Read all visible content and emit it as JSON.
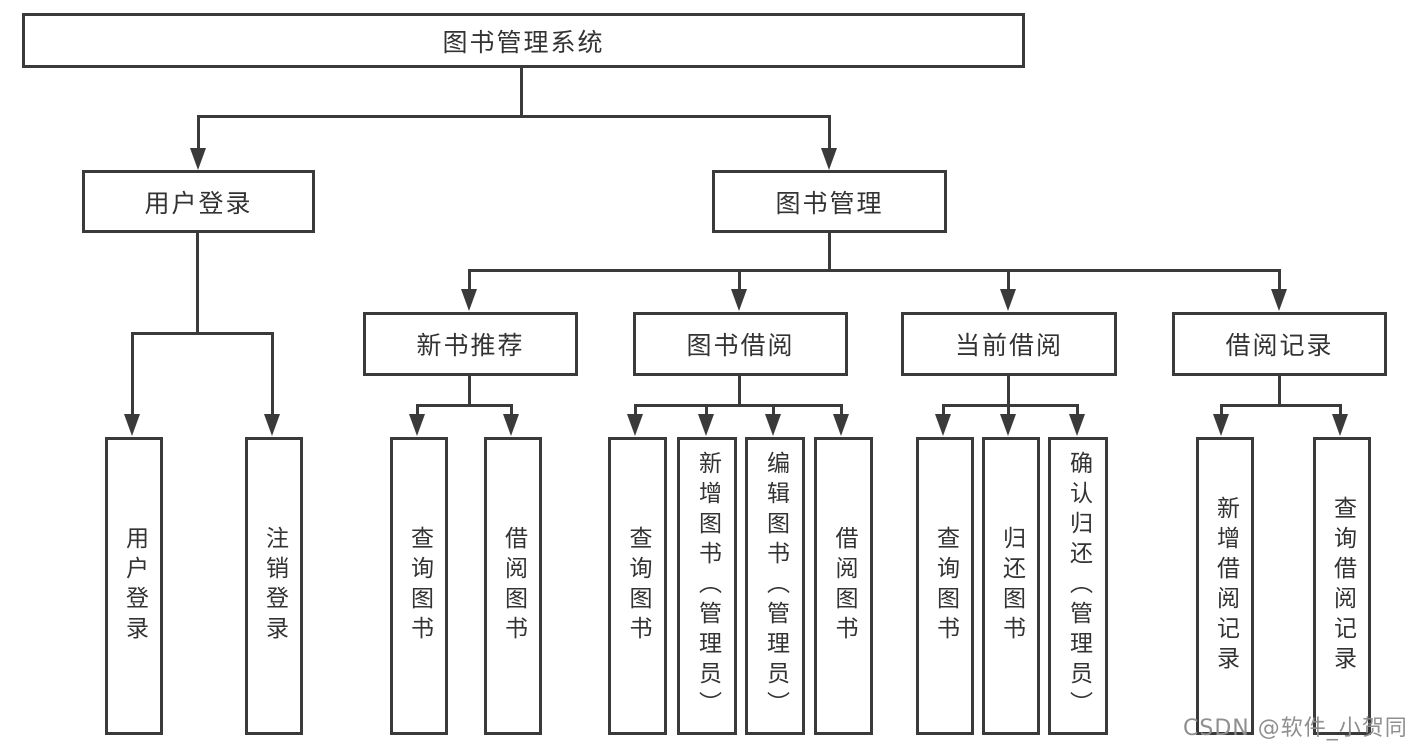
{
  "nodes": {
    "root": "图书管理系统",
    "user_login": "用户登录",
    "book_management": "图书管理",
    "new_book_recommend": "新书推荐",
    "book_borrowing": "图书借阅",
    "current_borrowing": "当前借阅",
    "borrowing_records": "借阅记录",
    "leaf_user_login": "用户登录",
    "leaf_logout_login": "注销登录",
    "leaf_query_books_recommend": "查询图书",
    "leaf_borrow_books_recommend": "借阅图书",
    "leaf_query_books_borrowing": "查询图书",
    "leaf_add_books_admin": "新增图书（管理员）",
    "leaf_edit_books_admin": "编辑图书（管理员）",
    "leaf_borrow_books_borrowing": "借阅图书",
    "leaf_query_books_current": "查询图书",
    "leaf_return_books": "归还图书",
    "leaf_confirm_return_admin": "确认归还（管理员）",
    "leaf_add_borrow_record": "新增借阅记录",
    "leaf_query_borrow_record": "查询借阅记录"
  },
  "watermark": "CSDN @软件_小贺同学",
  "colors": {
    "line": "#3a3a3a",
    "text": "#333333",
    "watermark": "#8f8f8f",
    "bg": "#ffffff"
  }
}
